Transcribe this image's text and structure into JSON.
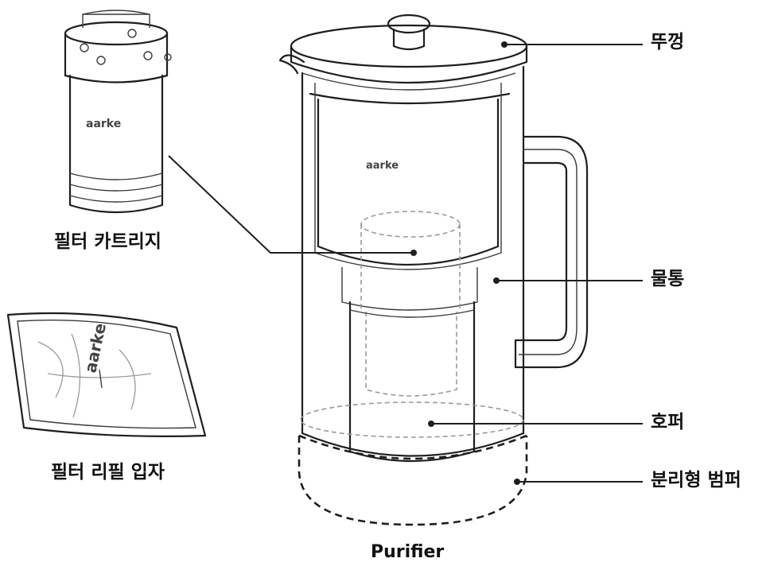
{
  "labels": {
    "lid": "뚜껑",
    "water_tank": "물통",
    "hopper": "호퍼",
    "bumper": "분리형 범퍼",
    "filter_cartridge": "필터 카트리지",
    "filter_refill": "필터 리필 입자"
  },
  "product_name": "Purifier",
  "brand_marks": {
    "cartridge": "aarke",
    "jug": "aarke",
    "refill_pack": "aarke"
  },
  "colors": {
    "line": "#1e1e1e",
    "faint_line": "#9a9a9a",
    "text": "#111111"
  }
}
